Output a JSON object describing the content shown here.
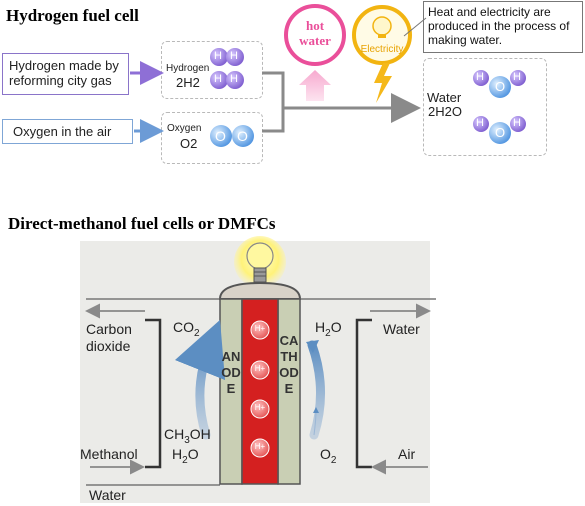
{
  "hydrogen_section": {
    "title": "Hydrogen fuel cell",
    "hydrogen_source_line1": "Hydrogen made by",
    "hydrogen_source_line2": "reforming city gas",
    "oxygen_source": "Oxygen in the air",
    "hydrogen_label": "Hydrogen",
    "hydrogen_formula": "2H2",
    "oxygen_label": "Oxygen",
    "oxygen_formula": "O2",
    "hot_water_line1": "hot",
    "hot_water_line2": "water",
    "electricity_label": "Electricity",
    "note": "Heat and electricity are produced in the process of making water.",
    "water_label": "Water",
    "water_formula": "2H2O",
    "atom_h": "H",
    "atom_o": "O"
  },
  "dmfc_section": {
    "title": "Direct-methanol fuel cells or DMFCs",
    "carbon_dioxide_line1": "Carbon",
    "carbon_dioxide_line2": "dioxide",
    "methanol": "Methanol",
    "water_out": "Water",
    "water_in": "Water",
    "air": "Air",
    "co2": "CO",
    "co2_sub": "2",
    "h2o_right": "H",
    "h2o_right_sub": "2",
    "h2o_right_end": "O",
    "ch3oh": "CH",
    "ch3oh_sub": "3",
    "ch3oh_end": "OH",
    "h2o_left": "H",
    "h2o_left_sub": "2",
    "h2o_left_end": "O",
    "o2": "O",
    "o2_sub": "2",
    "anode": "ANODE",
    "cathode": "CATHODE",
    "proton": "H+"
  },
  "colors": {
    "purple_atom": "#8e6fd6",
    "blue_atom": "#5aa0e8",
    "hot_water": "#ea4f9a",
    "electricity": "#f2b411",
    "electrolyte": "#d42020",
    "electrode": "#c9cfb4"
  }
}
